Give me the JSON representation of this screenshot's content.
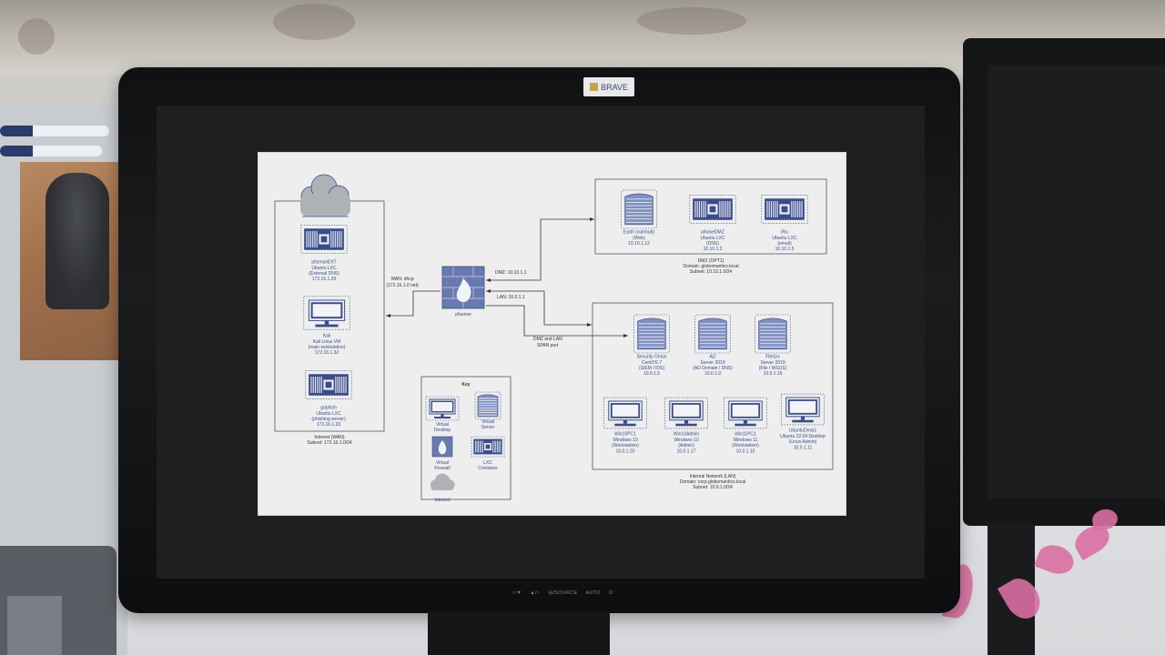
{
  "monitor": {
    "brand": "BRAVE",
    "controls": [
      "○/▼",
      "▲/○",
      "⊟/SOURCE",
      "AUTO",
      "⏻"
    ]
  },
  "diagram": {
    "internet_zone": {
      "footer1": "Internet (WAN)",
      "footer2": "Subnet: 172.16.1.0/24",
      "nodes": [
        {
          "type": "lxc",
          "lines": [
            "pfsenseEXT",
            "Ubuntu LXC",
            "(External DNS)",
            "172.16.1.29"
          ]
        },
        {
          "type": "desktop",
          "lines": [
            "Kali",
            "Kali Linux VM",
            "(main workstation)",
            "172.16.1.32"
          ]
        },
        {
          "type": "lxc",
          "lines": [
            "gophish",
            "Ubuntu LXC",
            "(phishing server)",
            "172.16.1.33"
          ]
        }
      ]
    },
    "firewall": {
      "name": "pfsense",
      "wan_label": [
        "WAN: dhcp",
        "(172.16.1.0 net)"
      ],
      "dmz_label": "DMZ: 10.10.1.1",
      "lan_label": "LAN: 10.0.1.1",
      "span_label": [
        "DMZ and LAN",
        "SPAN port"
      ]
    },
    "dmz_zone": {
      "footer1": "DMZ (OPT1)",
      "footer2": "Domain: globomantics.local",
      "footer3": "Subnet: 10.10.1.0/24",
      "nodes": [
        {
          "type": "server",
          "lines": [
            "Earth (vulnhub)",
            "(Web)",
            "10.10.1.12"
          ]
        },
        {
          "type": "lxc",
          "lines": [
            "pihoseDMZ",
            "Ubuntu LXC",
            "(DNS)",
            "10.10.1.3"
          ]
        },
        {
          "type": "lxc",
          "lines": [
            "iRu",
            "Ubuntu LXC",
            "(email)",
            "10.10.1.5"
          ]
        }
      ]
    },
    "lan_zone": {
      "footer1": "Internal Network (LAN)",
      "footer2": "Domain: corp.globomantics.local",
      "footer3": "Subnet: 10.0.1.0/24",
      "servers": [
        {
          "type": "server",
          "lines": [
            "Security Onion",
            "CentOS 7",
            "(SIEM / IDS)",
            "10.0.1.5"
          ]
        },
        {
          "type": "server",
          "lines": [
            "AD",
            "Server 2019",
            "(AD Domain / DNS)",
            "10.0.1.9"
          ]
        },
        {
          "type": "server",
          "lines": [
            "FileSrv",
            "Server 2019",
            "(File / WSUS)",
            "10.0.1.15"
          ]
        }
      ],
      "desktops": [
        {
          "type": "desktop",
          "lines": [
            "Win10PC1",
            "Windows 10",
            "(Workstation)",
            "10.0.1.20"
          ]
        },
        {
          "type": "desktop",
          "lines": [
            "Win10Admin",
            "Windows 10",
            "(Admin)",
            "10.0.1.17"
          ]
        },
        {
          "type": "desktop",
          "lines": [
            "Win11PC1",
            "Windows 11",
            "(Workstation)",
            "10.0.1.10"
          ]
        },
        {
          "type": "desktop",
          "lines": [
            "UbuntuDesk1",
            "Ubuntu 22.04 Desktop",
            "(Linux Admin)",
            "10.0.1.11"
          ]
        }
      ]
    },
    "key": {
      "title": "Key",
      "items": [
        {
          "type": "desktop",
          "lines": [
            "Virtual",
            "Desktop"
          ]
        },
        {
          "type": "server",
          "lines": [
            "Virtual",
            "Server"
          ]
        },
        {
          "type": "firewall",
          "lines": [
            "Virtual",
            "Firewall"
          ]
        },
        {
          "type": "lxc",
          "lines": [
            "LXC",
            "Container"
          ]
        },
        {
          "type": "cloud",
          "lines": [
            "Internet"
          ]
        }
      ]
    },
    "colors": {
      "icon": "#3b4c88",
      "icon_fill": "#7f8fbf",
      "cloud": "#aeb1b6",
      "firewall": "#6a79b0"
    }
  }
}
